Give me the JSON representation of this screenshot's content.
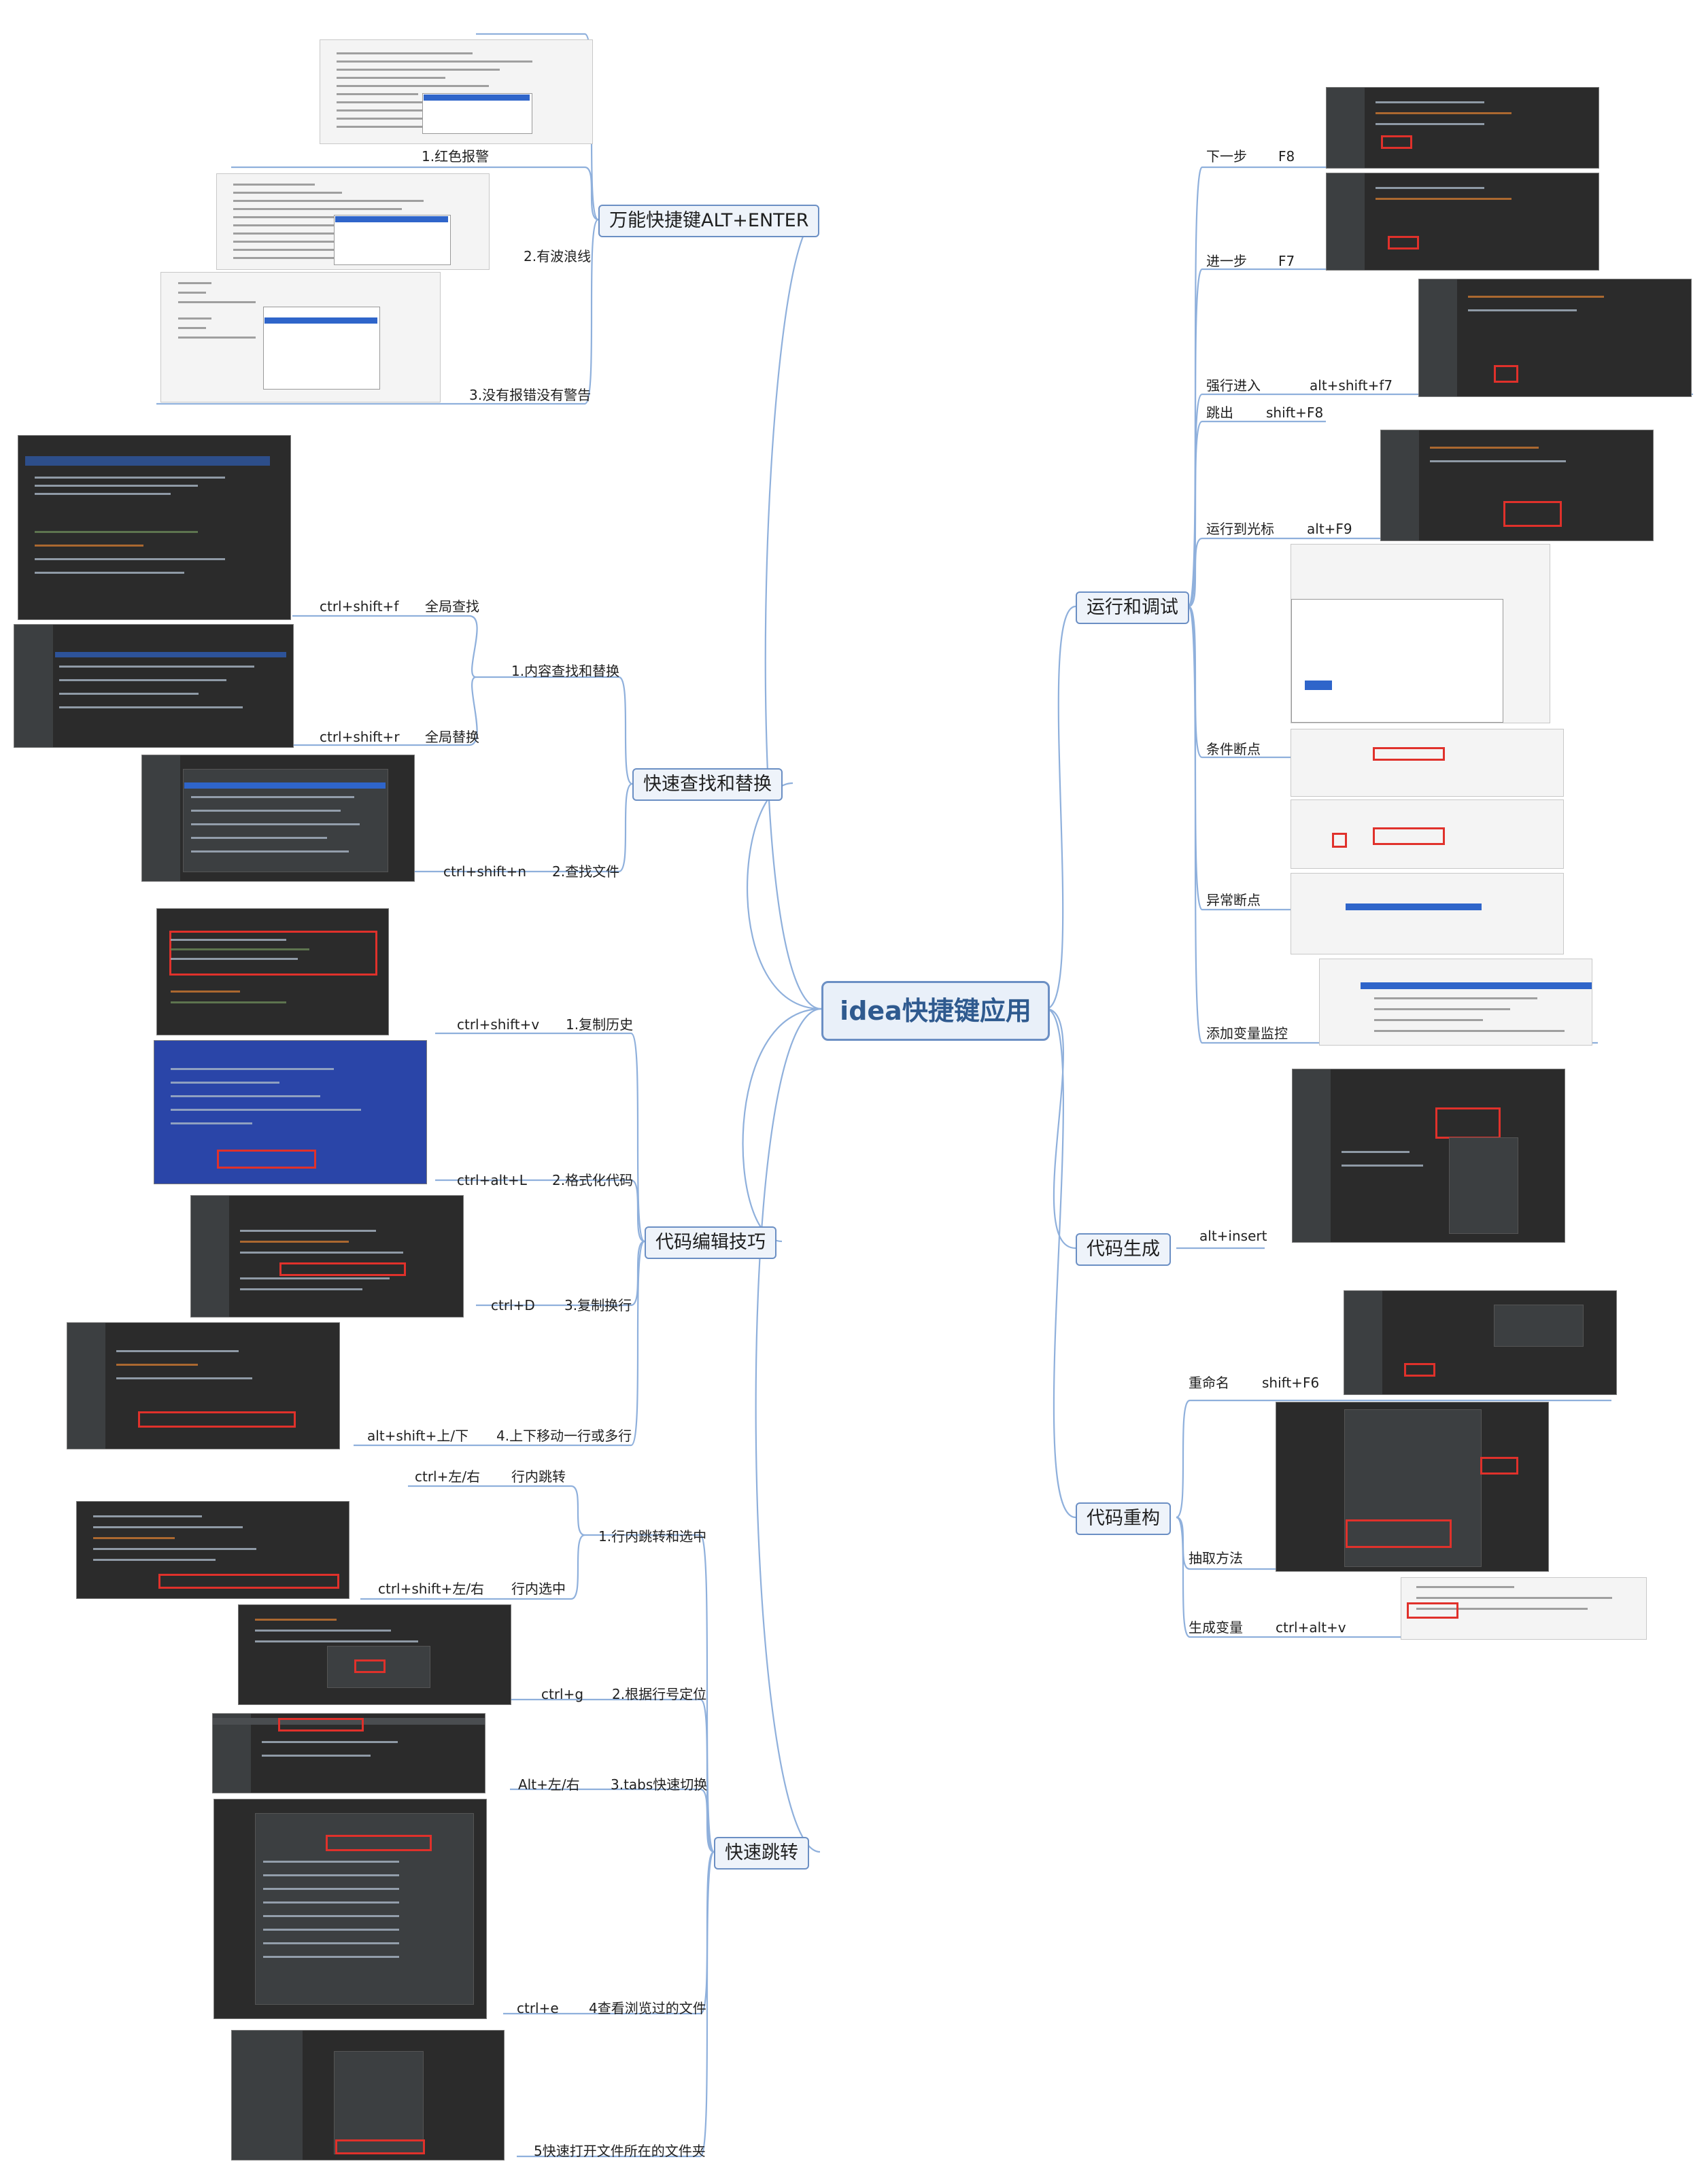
{
  "root": "idea快捷键应用",
  "branches": {
    "alt_enter": {
      "title": "万能快捷键ALT+ENTER",
      "items": [
        "1.红色报警",
        "2.有波浪线",
        "3.没有报错没有警告"
      ]
    },
    "find_replace": {
      "title": "快速查找和替换",
      "groups": [
        {
          "title": "1.内容查找和替换",
          "items": [
            {
              "shortcut": "ctrl+shift+f",
              "desc": "全局查找"
            },
            {
              "shortcut": "ctrl+shift+r",
              "desc": "全局替换"
            }
          ]
        },
        {
          "title": "2.查找文件",
          "shortcut": "ctrl+shift+n"
        }
      ]
    },
    "code_edit": {
      "title": "代码编辑技巧",
      "items": [
        {
          "shortcut": "ctrl+shift+v",
          "desc": "1.复制历史"
        },
        {
          "shortcut": "ctrl+alt+L",
          "desc": "2.格式化代码"
        },
        {
          "shortcut": "ctrl+D",
          "desc": "3.复制换行"
        },
        {
          "shortcut": "alt+shift+上/下",
          "desc": "4.上下移动一行或多行"
        }
      ]
    },
    "quick_jump": {
      "title": "快速跳转",
      "groups": [
        {
          "title": "1.行内跳转和选中",
          "items": [
            {
              "shortcut": "ctrl+左/右",
              "desc": "行内跳转"
            },
            {
              "shortcut": "ctrl+shift+左/右",
              "desc": "行内选中"
            }
          ]
        },
        {
          "title": "2.根据行号定位",
          "shortcut": "ctrl+g"
        },
        {
          "title": "3.tabs快速切换",
          "shortcut": "Alt+左/右"
        },
        {
          "title": "4查看浏览过的文件",
          "shortcut": "ctrl+e"
        },
        {
          "title": "5快速打开文件所在的文件夹"
        }
      ]
    },
    "run_debug": {
      "title": "运行和调试",
      "items": [
        {
          "label": "下一步",
          "shortcut": "F8"
        },
        {
          "label": "进一步",
          "shortcut": "F7"
        },
        {
          "label": "强行进入",
          "shortcut": "alt+shift+f7"
        },
        {
          "label": "跳出",
          "shortcut": "shift+F8"
        },
        {
          "label": "运行到光标",
          "shortcut": "alt+F9"
        },
        {
          "label": "条件断点"
        },
        {
          "label": "异常断点"
        },
        {
          "label": "添加变量监控"
        }
      ]
    },
    "code_gen": {
      "title": "代码生成",
      "items": [
        {
          "shortcut": "alt+insert"
        }
      ]
    },
    "refactor": {
      "title": "代码重构",
      "items": [
        {
          "label": "重命名",
          "shortcut": "shift+F6"
        },
        {
          "label": "抽取方法"
        },
        {
          "label": "生成变量",
          "shortcut": "ctrl+alt+v"
        }
      ]
    }
  }
}
